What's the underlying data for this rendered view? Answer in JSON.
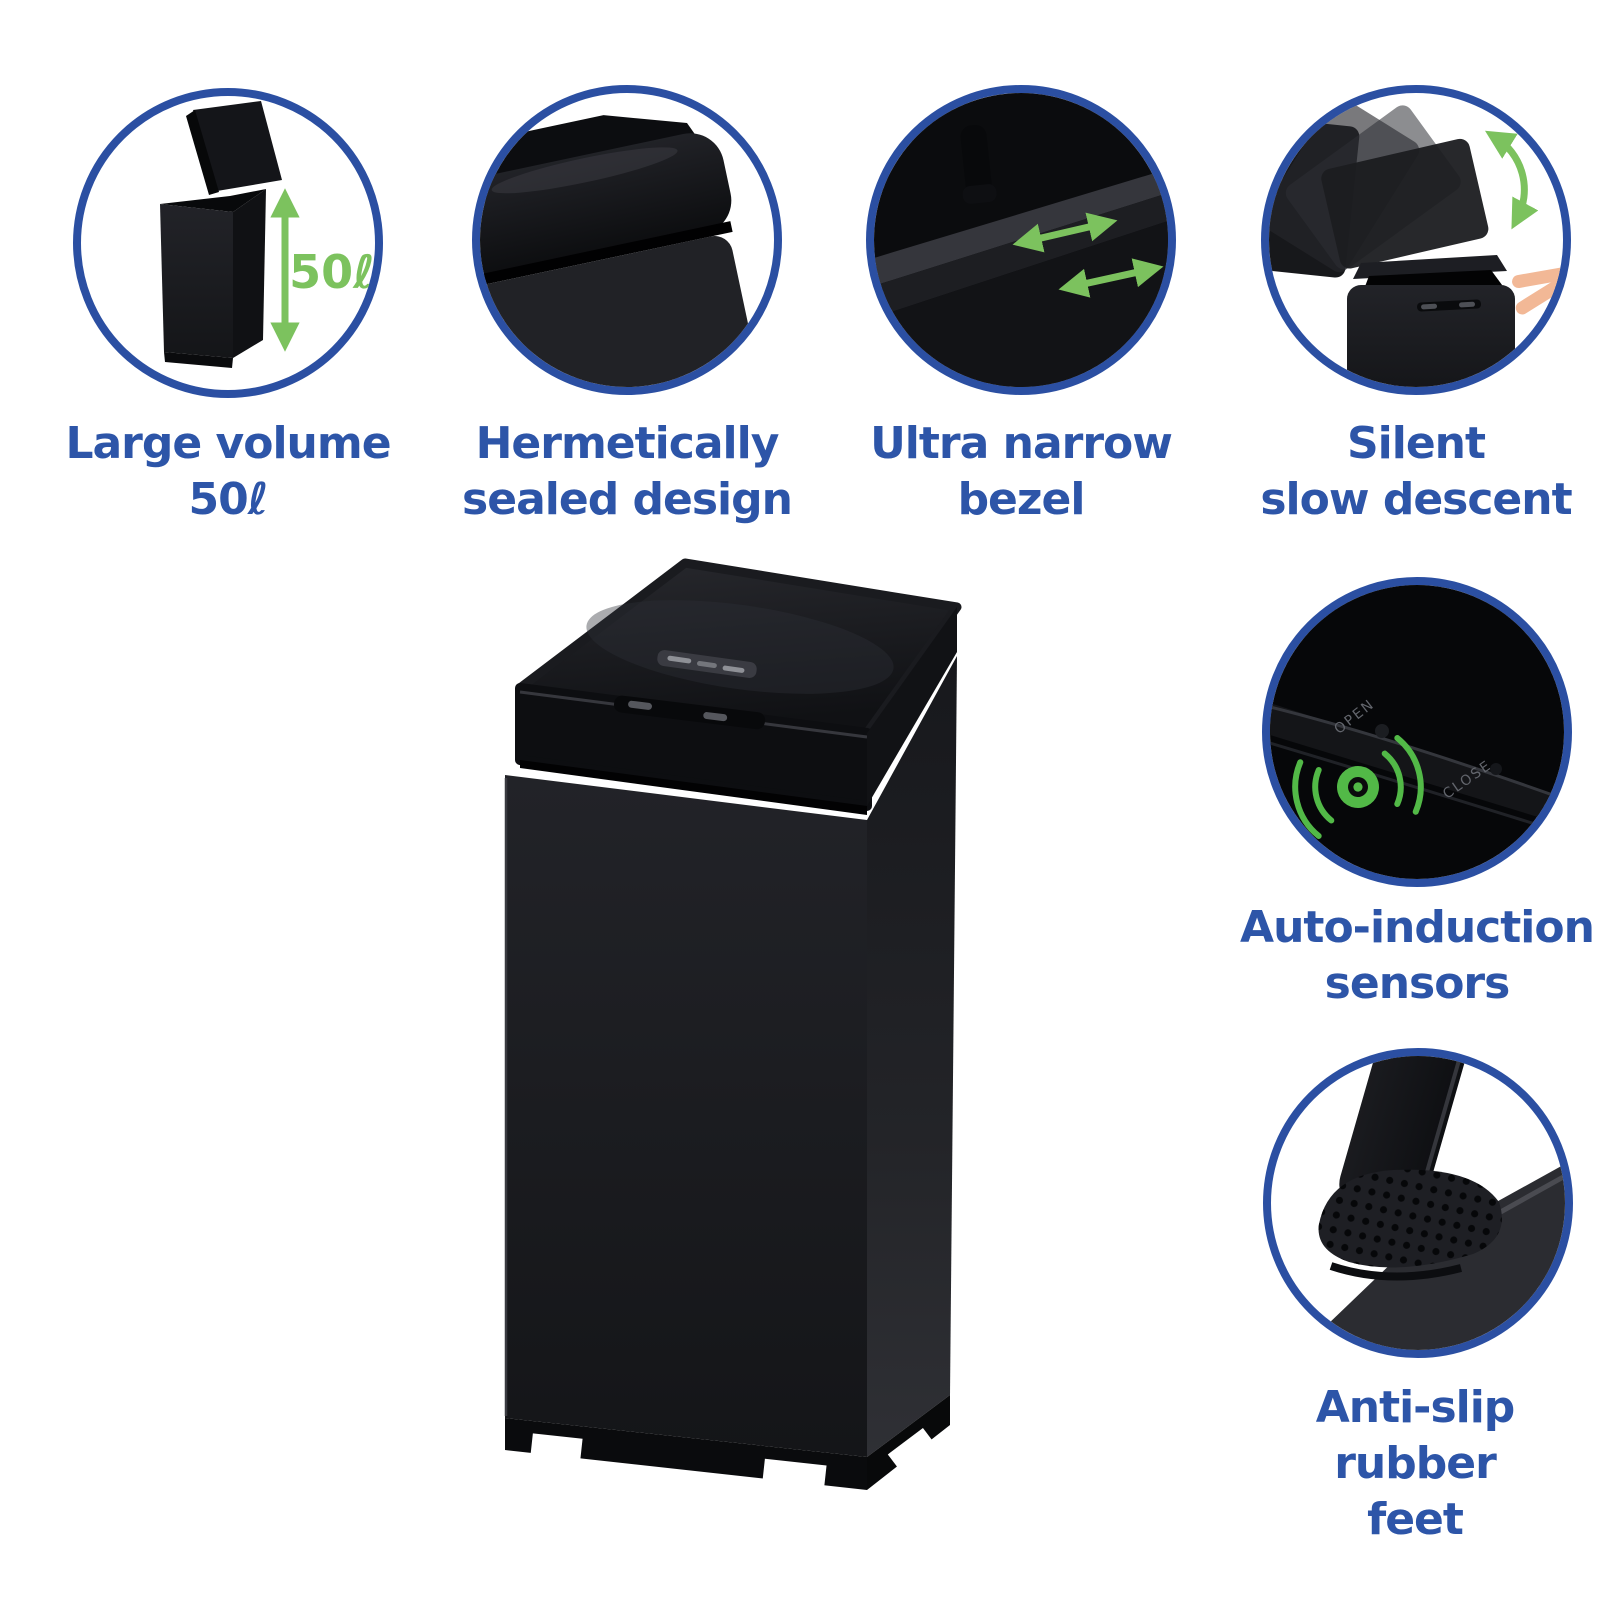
{
  "page": {
    "background": "#ffffff"
  },
  "palette": {
    "ring_blue": "#2b4fa2",
    "text_blue": "#2d55a8",
    "arrow_green": "#7cc25e",
    "sensor_green": "#52b947",
    "skin": "#f2b896",
    "bin_black": "#17181b"
  },
  "features": [
    {
      "id": "large-volume",
      "icon": "open-bin-height-arrow-icon",
      "lines": [
        "Large volume",
        "50ℓ"
      ],
      "volume_label": "50ℓ"
    },
    {
      "id": "hermetically-sealed",
      "icon": "sealed-lid-corner-icon",
      "lines": [
        "Hermetically",
        "sealed design"
      ]
    },
    {
      "id": "ultra-narrow-bezel",
      "icon": "lid-bezel-arrows-icon",
      "lines": [
        "Ultra narrow",
        "bezel"
      ]
    },
    {
      "id": "silent-slow-descent",
      "icon": "closing-lid-motion-icon",
      "lines": [
        "Silent",
        "slow descent"
      ]
    },
    {
      "id": "auto-induction-sensors",
      "icon": "sensor-signal-icon",
      "lines": [
        "Auto-induction",
        "sensors"
      ],
      "panel": {
        "open": "OPEN",
        "close": "CLOSE"
      }
    },
    {
      "id": "anti-slip-rubber-feet",
      "icon": "rubber-foot-icon",
      "lines": [
        "Anti-slip",
        "rubber",
        "feet"
      ]
    }
  ]
}
